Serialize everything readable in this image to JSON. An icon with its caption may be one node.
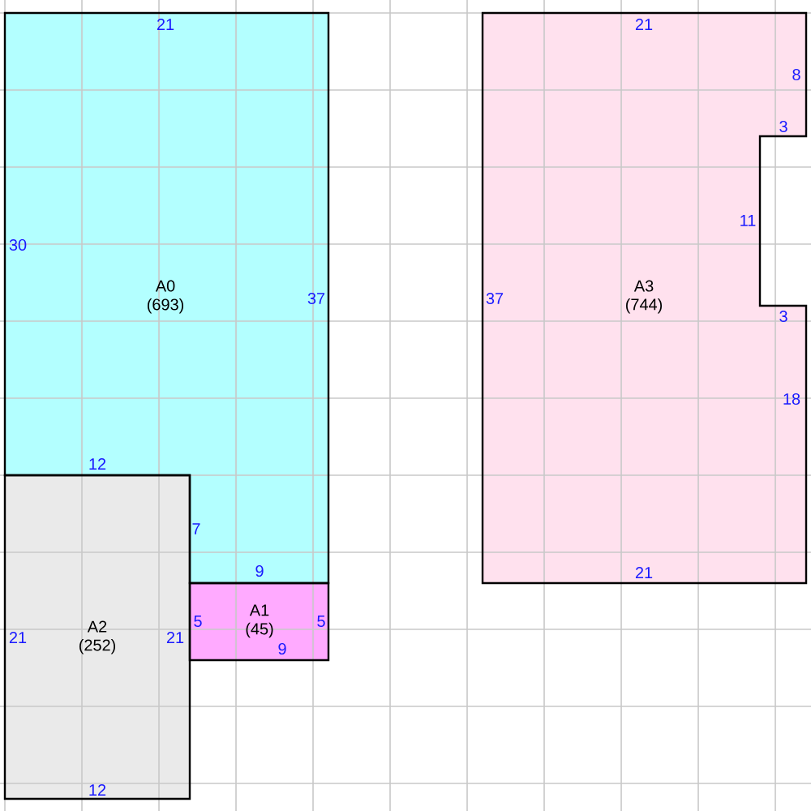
{
  "diagram": {
    "nodes": [
      {
        "text": [
          "A0",
          "(693)"
        ]
      },
      {
        "text": [
          "A1",
          "(45)"
        ]
      },
      {
        "text": [
          "A2",
          "(252)"
        ]
      },
      {
        "text": [
          "A3",
          "(744)"
        ]
      }
    ],
    "labels": [
      "21",
      "21",
      "8",
      "3",
      "11",
      "30",
      "37",
      "37",
      "3",
      "18",
      "12",
      "7",
      "9",
      "21",
      "5",
      "5",
      "21",
      "21",
      "9",
      "12"
    ]
  }
}
